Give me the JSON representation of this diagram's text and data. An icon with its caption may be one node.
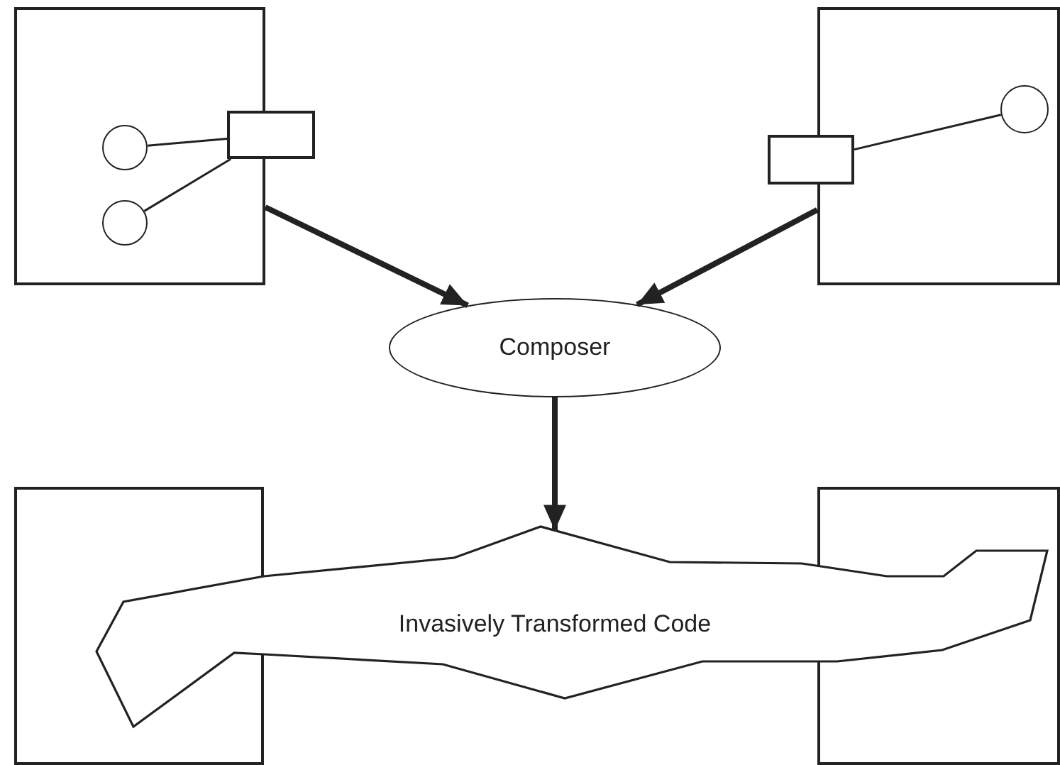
{
  "diagram": {
    "nodes": [
      {
        "text": [],
        "shape": "box"
      },
      {
        "text": [],
        "shape": "circle",
        "in": 0
      },
      {
        "text": [],
        "shape": "circle",
        "in": 0
      },
      {
        "text": [],
        "shape": "box"
      },
      {
        "text": [],
        "shape": "box"
      },
      {
        "text": [],
        "shape": "box"
      },
      {
        "text": [],
        "shape": "circle",
        "in": 4
      },
      {
        "text": [
          "Composer"
        ]
      },
      {
        "text": [],
        "shape": "box"
      },
      {
        "text": [],
        "shape": "box"
      },
      {
        "text": [
          "Invasively Transformed Code"
        ]
      }
    ],
    "edges": [
      {
        "from": 1,
        "to": 3,
        "arrow": "none"
      },
      {
        "from": 2,
        "to": 3,
        "arrow": "none"
      },
      {
        "from": 5,
        "to": 6,
        "arrow": "none"
      },
      {
        "from": 0,
        "to": 7,
        "arrow": "to",
        "style": "thick"
      },
      {
        "from": 4,
        "to": 7,
        "arrow": "to",
        "style": "thick"
      },
      {
        "from": 7,
        "to": 10,
        "arrow": "to",
        "style": "thick"
      }
    ]
  }
}
